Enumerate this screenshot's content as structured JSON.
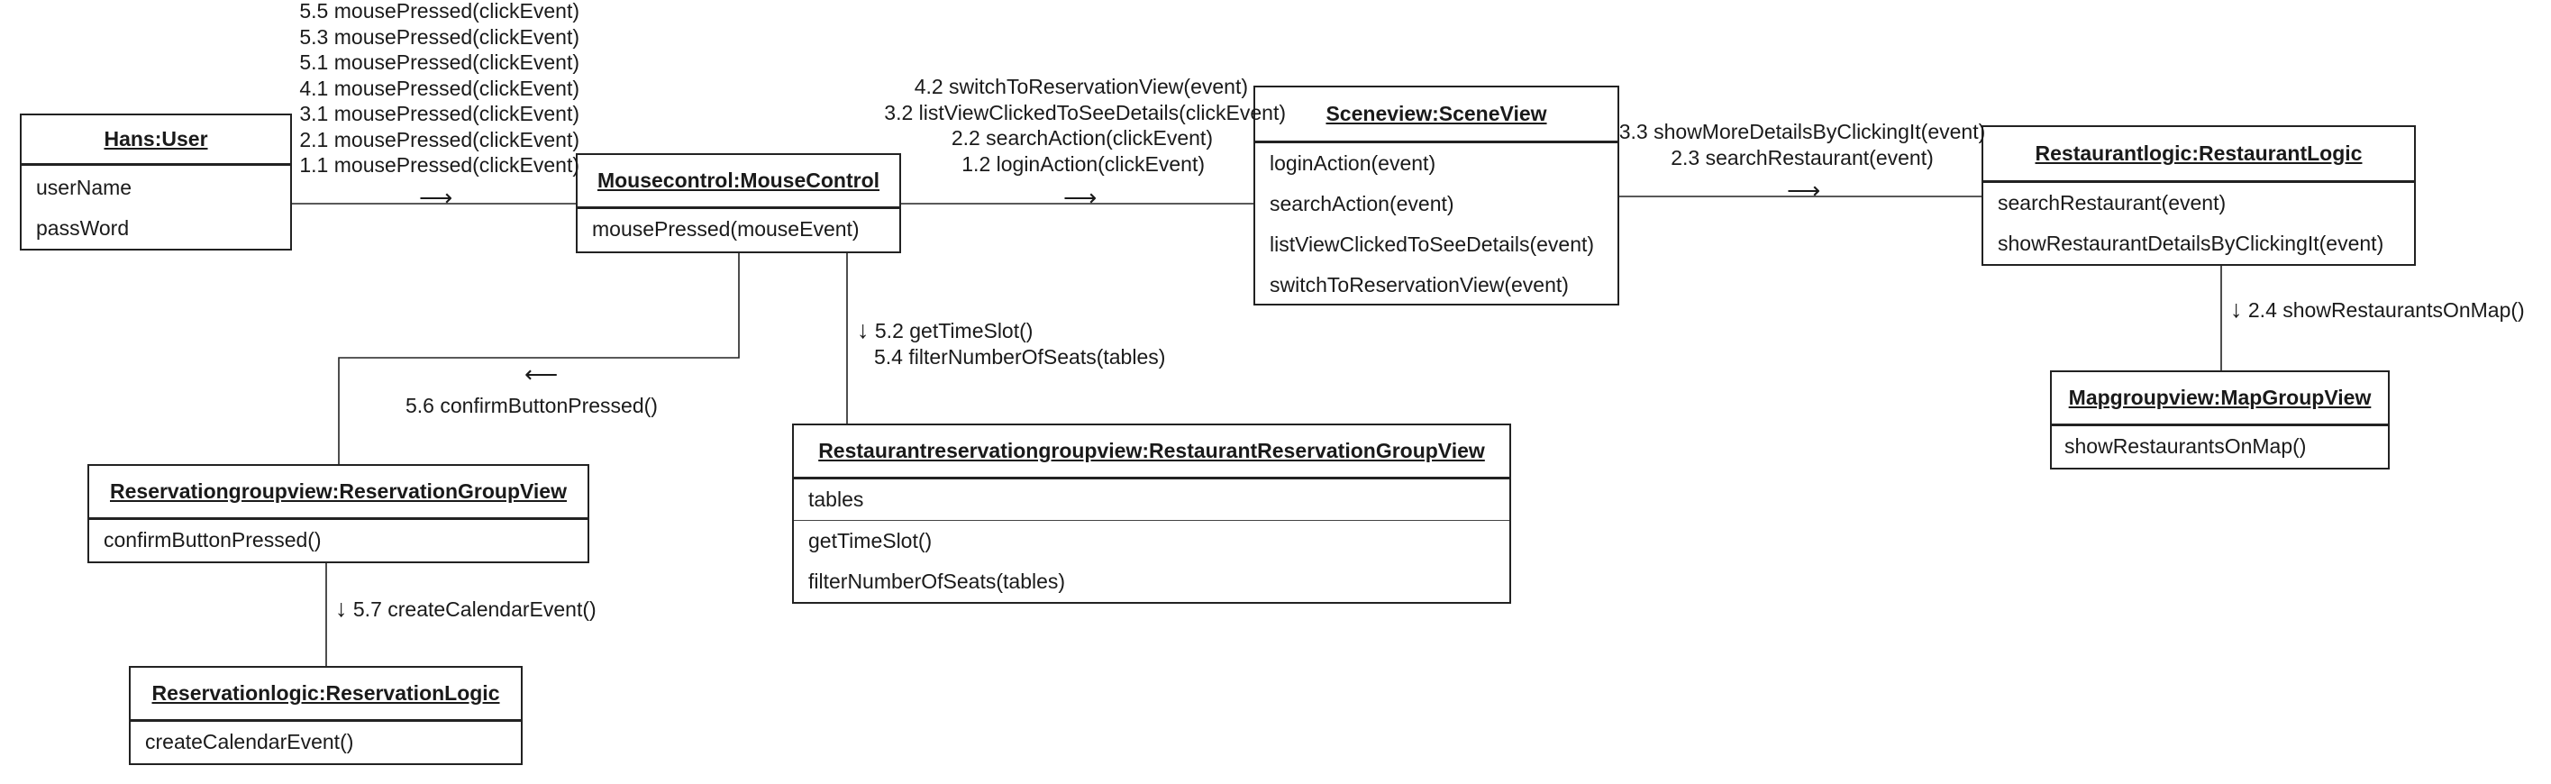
{
  "objects": {
    "hans": {
      "title": "Hans:User",
      "attributes": [
        "userName",
        "passWord"
      ],
      "methods": []
    },
    "mousecontrol": {
      "title": "Mousecontrol:MouseControl",
      "attributes": [],
      "methods": [
        "mousePressed(mouseEvent)"
      ]
    },
    "sceneview": {
      "title": "Sceneview:SceneView",
      "attributes": [],
      "methods": [
        "loginAction(event)",
        "searchAction(event)",
        "listViewClickedToSeeDetails(event)",
        "switchToReservationView(event)"
      ]
    },
    "restaurantlogic": {
      "title": "Restaurantlogic:RestaurantLogic",
      "attributes": [],
      "methods": [
        "searchRestaurant(event)",
        "showRestaurantDetailsByClickingIt(event)"
      ]
    },
    "mapgroupview": {
      "title": "Mapgroupview:MapGroupView",
      "attributes": [],
      "methods": [
        "showRestaurantsOnMap()"
      ]
    },
    "reservationgroupview": {
      "title": "Reservationgroupview:ReservationGroupView",
      "attributes": [],
      "methods": [
        "confirmButtonPressed()"
      ]
    },
    "reservationlogic": {
      "title": "Reservationlogic:ReservationLogic",
      "attributes": [],
      "methods": [
        "createCalendarEvent()"
      ]
    },
    "restaurantreservationgroupview": {
      "title": "Restaurantreservationgroupview:RestaurantReservationGroupView",
      "attributes": [
        "tables"
      ],
      "methods": [
        "getTimeSlot()",
        "filterNumberOfSeats(tables)"
      ]
    }
  },
  "messages": {
    "user_to_mouse": {
      "arrow": "⟶",
      "lines": [
        "5.5 mousePressed(clickEvent)",
        "5.3 mousePressed(clickEvent)",
        "5.1 mousePressed(clickEvent)",
        "4.1 mousePressed(clickEvent)",
        "3.1 mousePressed(clickEvent)",
        "2.1 mousePressed(clickEvent)",
        "1.1 mousePressed(clickEvent)"
      ]
    },
    "mouse_to_scene": {
      "arrow": "⟶",
      "lines": [
        "4.2 switchToReservationView(event)",
        "3.2 listViewClickedToSeeDetails(clickEvent)",
        "2.2 searchAction(clickEvent)",
        "1.2 loginAction(clickEvent)"
      ]
    },
    "scene_to_logic": {
      "arrow": "⟶",
      "lines": [
        "3.3 showMoreDetailsByClickingIt(event)",
        "2.3 searchRestaurant(event)"
      ]
    },
    "logic_to_map": {
      "arrow": "↓",
      "lines": [
        "2.4 showRestaurantsOnMap()"
      ]
    },
    "mouse_to_restres": {
      "arrow": "↓",
      "lines": [
        "5.2 getTimeSlot()",
        "5.4 filterNumberOfSeats(tables)"
      ]
    },
    "mouse_to_resgroup": {
      "arrow": "⟵",
      "lines": [
        "5.6 confirmButtonPressed()"
      ]
    },
    "resgroup_to_reslogic": {
      "arrow": "↓",
      "lines": [
        "5.7 createCalendarEvent()"
      ]
    }
  }
}
